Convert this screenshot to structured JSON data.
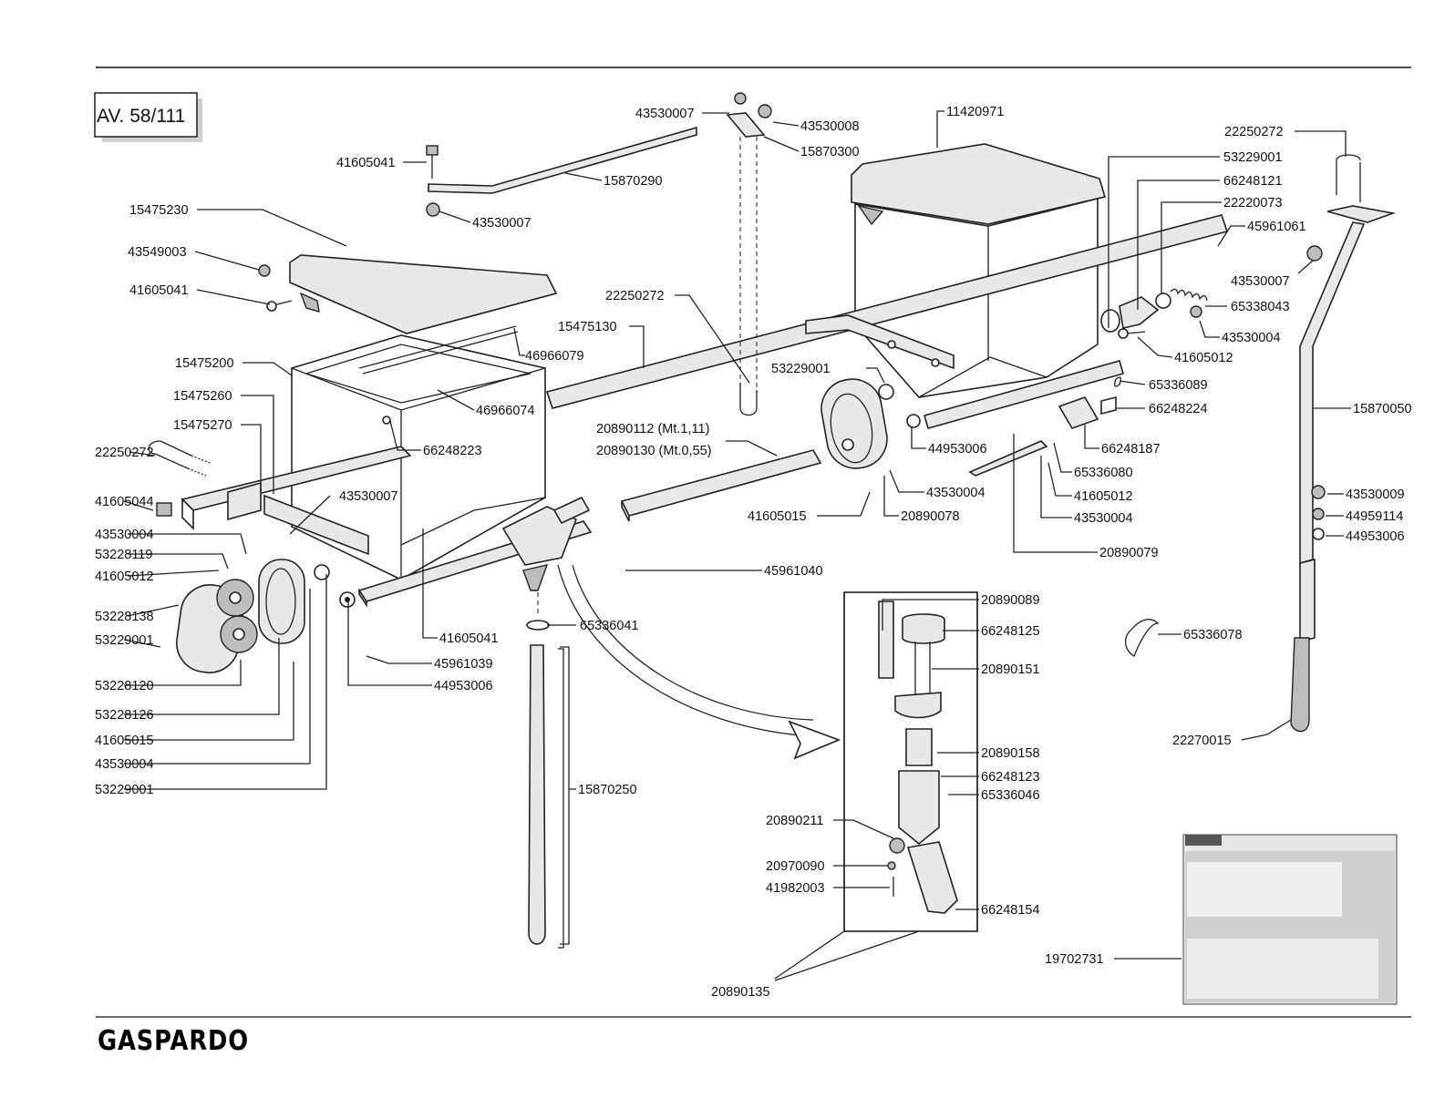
{
  "sheet": {
    "table_code": "AV. 58/111",
    "brand": "GASPARDO"
  },
  "labels": [
    {
      "id": "l01",
      "text": "43530007"
    },
    {
      "id": "l02",
      "text": "43530008"
    },
    {
      "id": "l03",
      "text": "15870300"
    },
    {
      "id": "l04",
      "text": "11420971"
    },
    {
      "id": "l05",
      "text": "22250272"
    },
    {
      "id": "l06",
      "text": "41605041"
    },
    {
      "id": "l07",
      "text": "15870290"
    },
    {
      "id": "l08",
      "text": "53229001"
    },
    {
      "id": "l09",
      "text": "66248121"
    },
    {
      "id": "l10",
      "text": "22220073"
    },
    {
      "id": "l11",
      "text": "45961061"
    },
    {
      "id": "l12",
      "text": "15475230"
    },
    {
      "id": "l13",
      "text": "43530007"
    },
    {
      "id": "l14",
      "text": "43549003"
    },
    {
      "id": "l15",
      "text": "43530007"
    },
    {
      "id": "l16",
      "text": "41605041"
    },
    {
      "id": "l17",
      "text": "22250272"
    },
    {
      "id": "l18",
      "text": "65338043"
    },
    {
      "id": "l19",
      "text": "15475130"
    },
    {
      "id": "l20",
      "text": "43530004"
    },
    {
      "id": "l21",
      "text": "46966079"
    },
    {
      "id": "l22",
      "text": "41605012"
    },
    {
      "id": "l23",
      "text": "15475200"
    },
    {
      "id": "l24",
      "text": "53229001"
    },
    {
      "id": "l25",
      "text": "65336089"
    },
    {
      "id": "l26",
      "text": "15475260"
    },
    {
      "id": "l27",
      "text": "46966074"
    },
    {
      "id": "l28",
      "text": "66248224"
    },
    {
      "id": "l29",
      "text": "15870050"
    },
    {
      "id": "l30",
      "text": "20890112 (Mt.1,11)"
    },
    {
      "id": "l31",
      "text": "15475270"
    },
    {
      "id": "l32",
      "text": "20890130 (Mt.0,55)"
    },
    {
      "id": "l33",
      "text": "44953006"
    },
    {
      "id": "l34",
      "text": "66248187"
    },
    {
      "id": "l35",
      "text": "66248223"
    },
    {
      "id": "l36",
      "text": "22250272"
    },
    {
      "id": "l37",
      "text": "65336080"
    },
    {
      "id": "l38",
      "text": "43530004"
    },
    {
      "id": "l39",
      "text": "41605012"
    },
    {
      "id": "l40",
      "text": "43530009"
    },
    {
      "id": "l41",
      "text": "41605044"
    },
    {
      "id": "l42",
      "text": "43530007"
    },
    {
      "id": "l43",
      "text": "43530004"
    },
    {
      "id": "l44",
      "text": "44959114"
    },
    {
      "id": "l45",
      "text": "41605015"
    },
    {
      "id": "l46",
      "text": "20890078"
    },
    {
      "id": "l47",
      "text": "44953006"
    },
    {
      "id": "l48",
      "text": "43530004"
    },
    {
      "id": "l49",
      "text": "20890079"
    },
    {
      "id": "l50",
      "text": "53228119"
    },
    {
      "id": "l51",
      "text": "41605012"
    },
    {
      "id": "l52",
      "text": "45961040"
    },
    {
      "id": "l53",
      "text": "20890089"
    },
    {
      "id": "l54",
      "text": "53228138"
    },
    {
      "id": "l55",
      "text": "65336041"
    },
    {
      "id": "l56",
      "text": "66248125"
    },
    {
      "id": "l57",
      "text": "65336078"
    },
    {
      "id": "l58",
      "text": "53229001"
    },
    {
      "id": "l59",
      "text": "41605041"
    },
    {
      "id": "l60",
      "text": "45961039"
    },
    {
      "id": "l61",
      "text": "20890151"
    },
    {
      "id": "l62",
      "text": "44953006"
    },
    {
      "id": "l63",
      "text": "53228120"
    },
    {
      "id": "l64",
      "text": "53228126"
    },
    {
      "id": "l65",
      "text": "22270015"
    },
    {
      "id": "l66",
      "text": "41605015"
    },
    {
      "id": "l67",
      "text": "20890158"
    },
    {
      "id": "l68",
      "text": "43530004"
    },
    {
      "id": "l69",
      "text": "66248123"
    },
    {
      "id": "l70",
      "text": "15870250"
    },
    {
      "id": "l71",
      "text": "65336046"
    },
    {
      "id": "l72",
      "text": "53229001"
    },
    {
      "id": "l73",
      "text": "20890211"
    },
    {
      "id": "l74",
      "text": "20970090"
    },
    {
      "id": "l75",
      "text": "41982003"
    },
    {
      "id": "l76",
      "text": "66248154"
    },
    {
      "id": "l77",
      "text": "19702731"
    },
    {
      "id": "l78",
      "text": "20890135"
    }
  ]
}
